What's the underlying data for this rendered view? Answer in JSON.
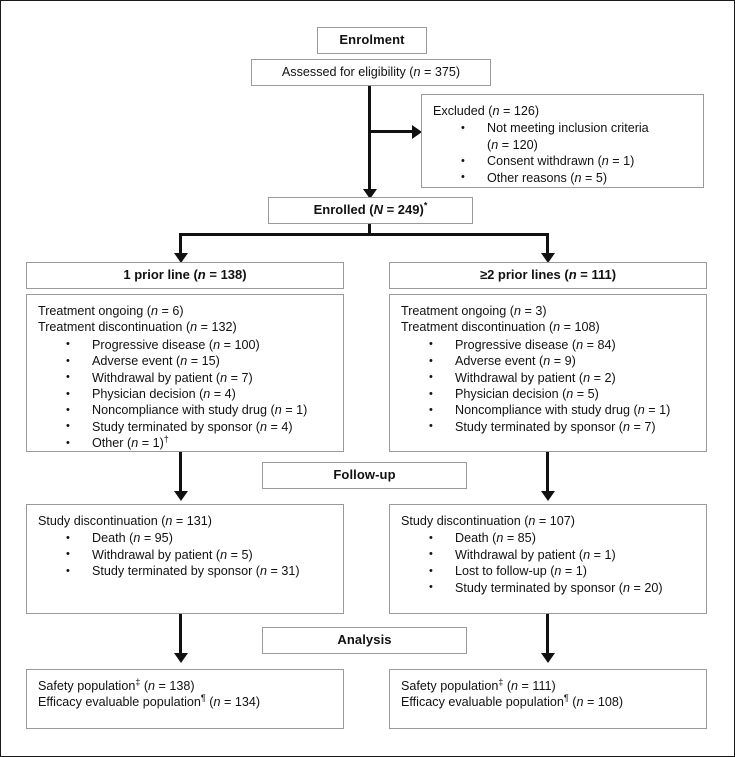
{
  "figure": {
    "type": "consort-participant-flow-diagram",
    "stages": [
      "Enrolment",
      "Follow-up",
      "Analysis"
    ]
  },
  "enrolment": {
    "banner": "Enrolment",
    "assessed": {
      "label": "Assessed for eligibility (",
      "n_italic": "n",
      "n_value": " = 375)"
    },
    "excluded": {
      "title_pre": "Excluded (",
      "title_n": "n",
      "title_post": " = 126)",
      "items": [
        {
          "text": "Not meeting inclusion criteria",
          "cont_n": "n",
          "cont_post": " = 120)",
          "cont_pre": "("
        },
        {
          "text": "Consent withdrawn (",
          "n": "n",
          "post": " = 1)"
        },
        {
          "text": "Other reasons (",
          "n": "n",
          "post": " = 5)"
        }
      ]
    },
    "enrolled": {
      "pre": "Enrolled (",
      "n": "N",
      "post": " = 249)",
      "sup": "*"
    }
  },
  "arms": [
    {
      "id": "arm-1-prior-line",
      "header": {
        "pre": "1 prior line (",
        "n": "n",
        "post": " = 138)"
      },
      "treatment": {
        "ongoing": {
          "pre": "Treatment ongoing (",
          "n": "n",
          "post": " = 6)"
        },
        "discontinuation": {
          "pre": "Treatment discontinuation (",
          "n": "n",
          "post": " = 132)"
        },
        "reasons": [
          {
            "pre": "Progressive disease (",
            "n": "n",
            "post": " = 100)",
            "sup": ""
          },
          {
            "pre": "Adverse event (",
            "n": "n",
            "post": " = 15)",
            "sup": ""
          },
          {
            "pre": "Withdrawal by patient (",
            "n": "n",
            "post": " = 7)",
            "sup": ""
          },
          {
            "pre": "Physician decision (",
            "n": "n",
            "post": " = 4)",
            "sup": ""
          },
          {
            "pre": "Noncompliance with study drug (",
            "n": "n",
            "post": " = 1)",
            "sup": ""
          },
          {
            "pre": "Study terminated by sponsor (",
            "n": "n",
            "post": " = 4)",
            "sup": ""
          },
          {
            "pre": "Other (",
            "n": "n",
            "post": " = 1)",
            "sup": "†"
          }
        ]
      },
      "followup": {
        "title": {
          "pre": "Study discontinuation (",
          "n": "n",
          "post": " = 131)"
        },
        "reasons": [
          {
            "pre": "Death (",
            "n": "n",
            "post": " = 95)"
          },
          {
            "pre": "Withdrawal by patient (",
            "n": "n",
            "post": " = 5)"
          },
          {
            "pre": "Study terminated by sponsor (",
            "n": "n",
            "post": " = 31)"
          }
        ]
      },
      "analysis": {
        "safety": {
          "label": "Safety population",
          "sup": "‡",
          "pre": " (",
          "n": "n",
          "post": " = 138)"
        },
        "efficacy": {
          "label": "Efficacy evaluable population",
          "sup": "¶",
          "pre": " (",
          "n": "n",
          "post": " = 134)"
        }
      }
    },
    {
      "id": "arm-2-or-more-prior-lines",
      "header": {
        "pre": "≥2 prior lines (",
        "n": "n",
        "post": " = 111)"
      },
      "treatment": {
        "ongoing": {
          "pre": "Treatment ongoing (",
          "n": "n",
          "post": " = 3)"
        },
        "discontinuation": {
          "pre": "Treatment discontinuation (",
          "n": "n",
          "post": " = 108)"
        },
        "reasons": [
          {
            "pre": "Progressive disease (",
            "n": "n",
            "post": " = 84)",
            "sup": ""
          },
          {
            "pre": "Adverse event (",
            "n": "n",
            "post": " = 9)",
            "sup": ""
          },
          {
            "pre": "Withdrawal by patient (",
            "n": "n",
            "post": " = 2)",
            "sup": ""
          },
          {
            "pre": "Physician decision (",
            "n": "n",
            "post": " = 5)",
            "sup": ""
          },
          {
            "pre": "Noncompliance with study drug (",
            "n": "n",
            "post": " = 1)",
            "sup": ""
          },
          {
            "pre": "Study terminated by sponsor (",
            "n": "n",
            "post": " = 7)",
            "sup": ""
          }
        ]
      },
      "followup": {
        "title": {
          "pre": "Study discontinuation (",
          "n": "n",
          "post": " = 107)"
        },
        "reasons": [
          {
            "pre": "Death (",
            "n": "n",
            "post": " = 85)"
          },
          {
            "pre": "Withdrawal by patient (",
            "n": "n",
            "post": " = 1)"
          },
          {
            "pre": "Lost to follow-up (",
            "n": "n",
            "post": " = 1)"
          },
          {
            "pre": "Study terminated by sponsor (",
            "n": "n",
            "post": " = 20)"
          }
        ]
      },
      "analysis": {
        "safety": {
          "label": "Safety population",
          "sup": "‡",
          "pre": " (",
          "n": "n",
          "post": " = 111)"
        },
        "efficacy": {
          "label": "Efficacy evaluable population",
          "sup": "¶",
          "pre": " (",
          "n": "n",
          "post": " = 108)"
        }
      }
    }
  ],
  "banners": {
    "followup": "Follow-up",
    "analysis": "Analysis"
  },
  "colors": {
    "box_border": "#9a9a9a",
    "connector": "#111111",
    "text": "#111111",
    "background": "#ffffff"
  }
}
